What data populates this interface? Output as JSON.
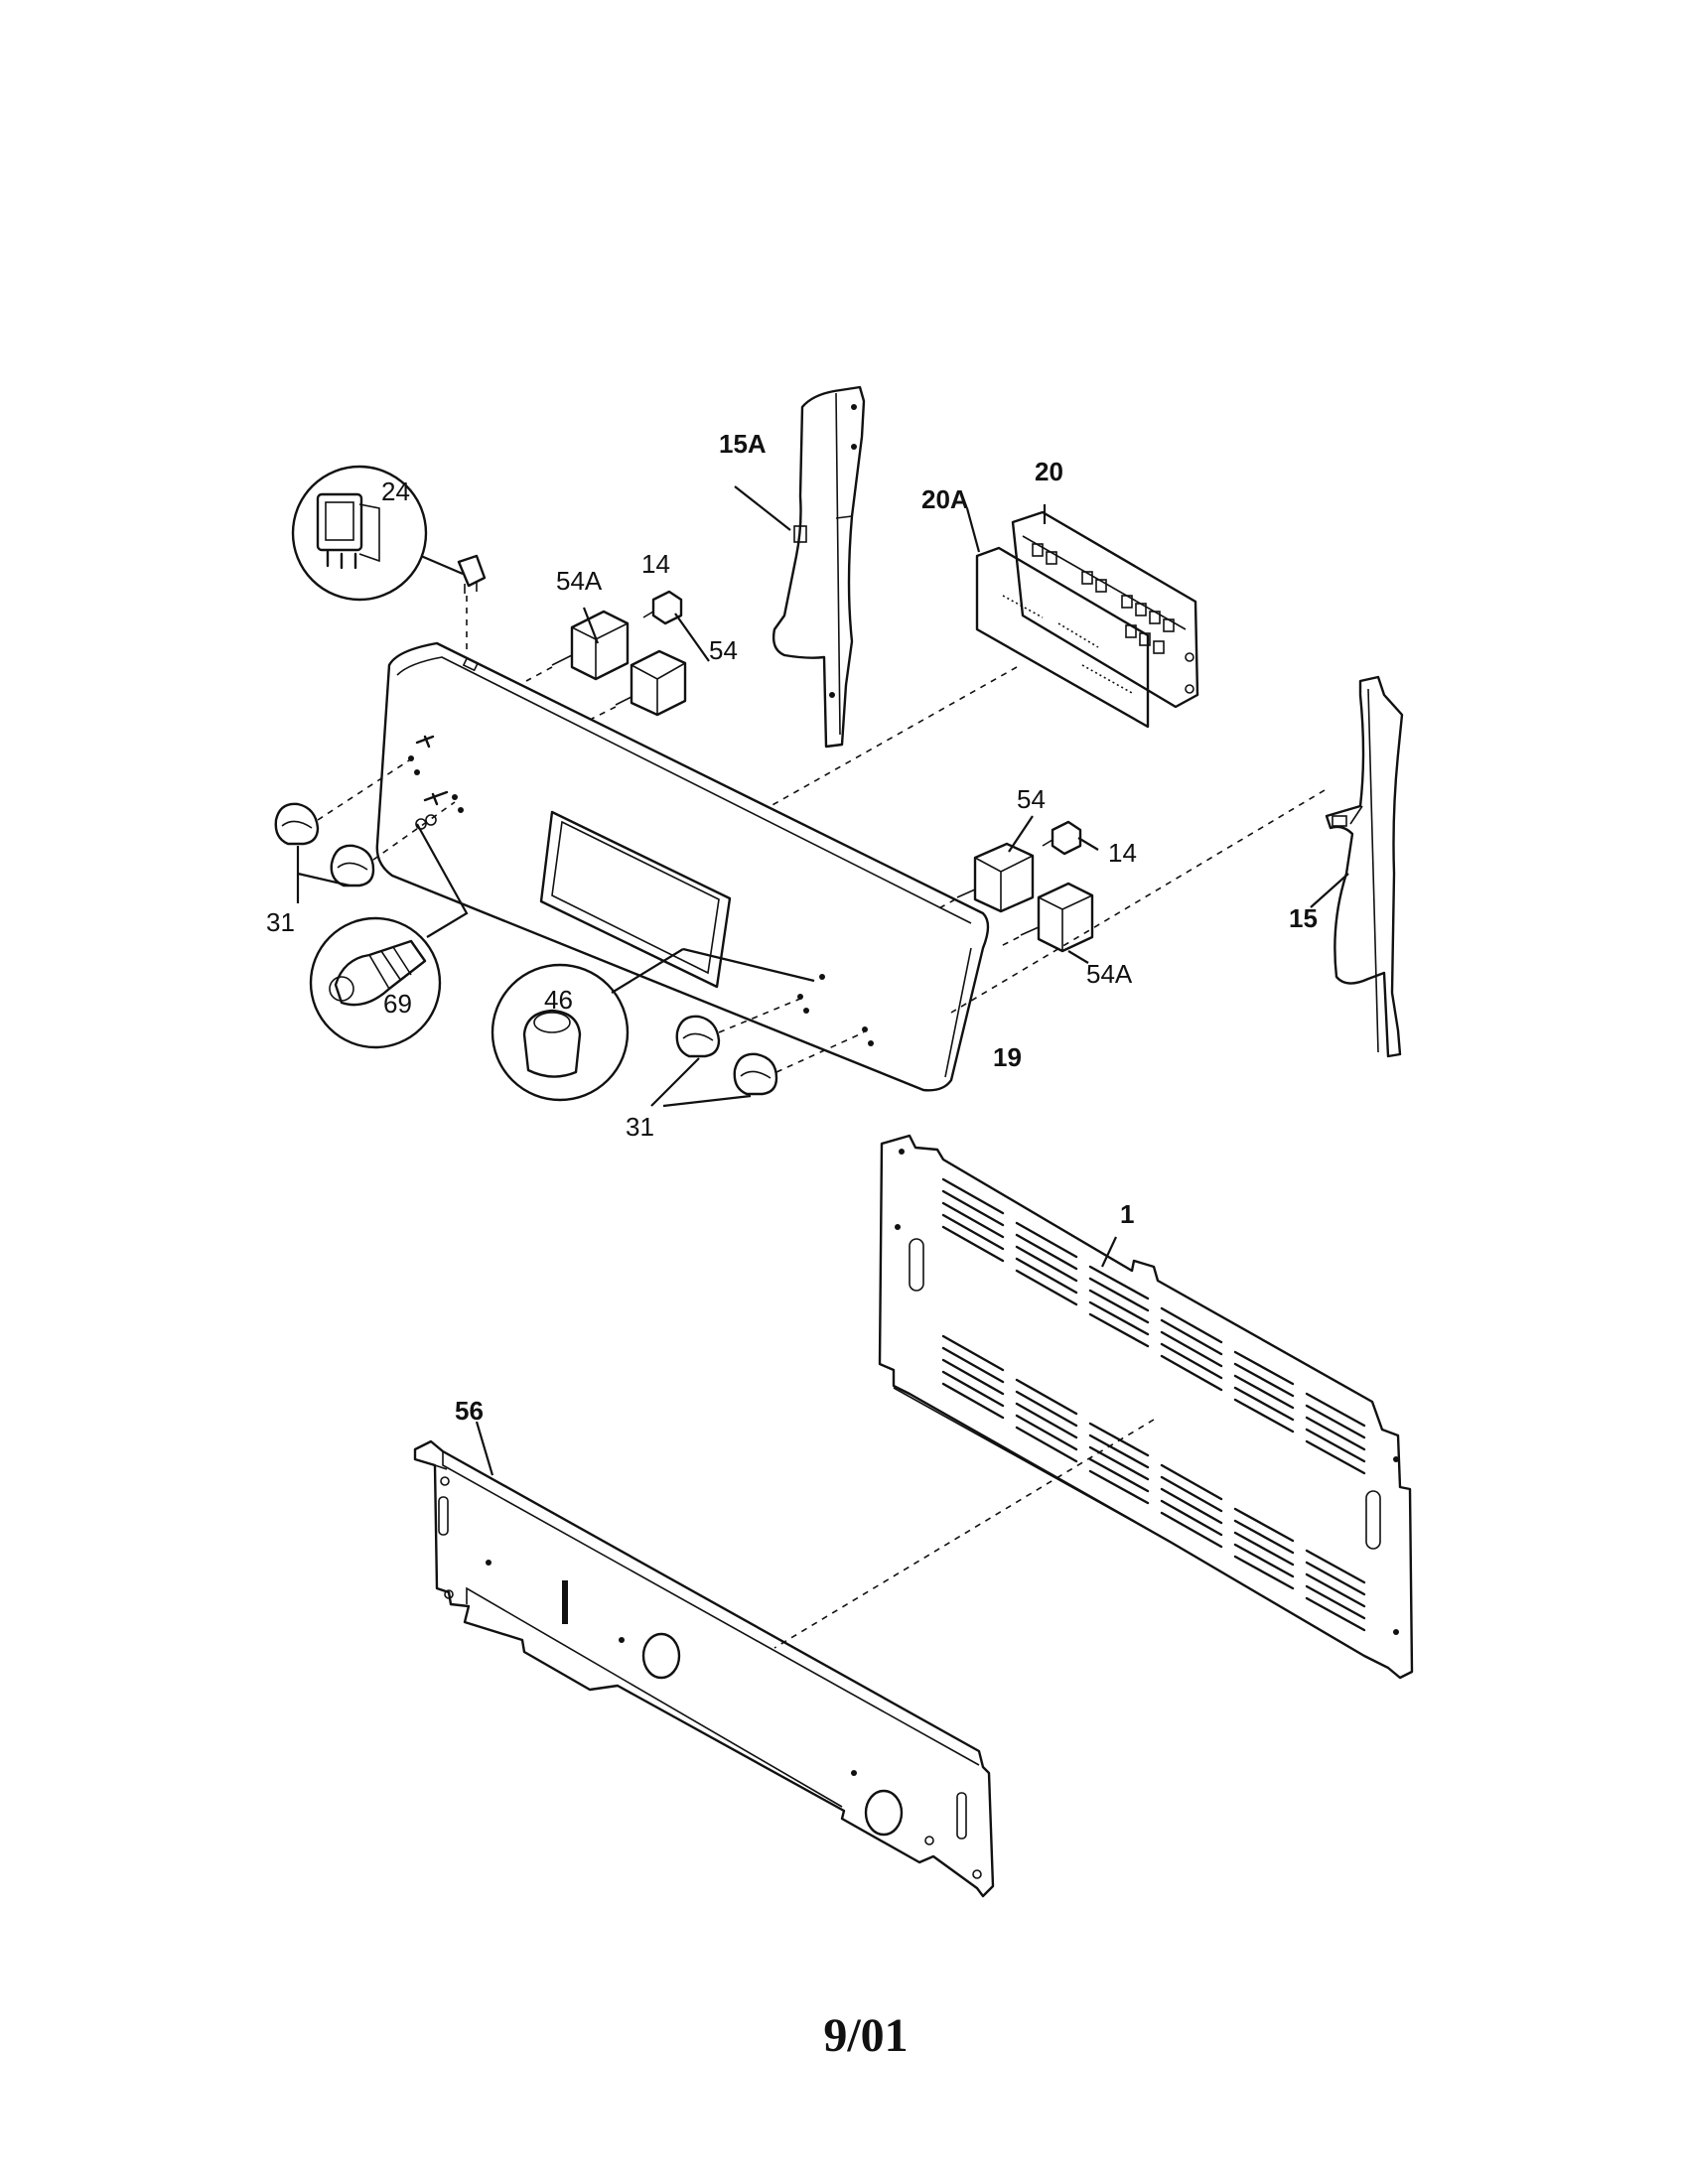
{
  "callouts": {
    "c1": "1",
    "c14a": "14",
    "c14b": "14",
    "c15": "15",
    "c15a": "15A",
    "c19": "19",
    "c20": "20",
    "c20a": "20A",
    "c24": "24",
    "c31a": "31",
    "c31b": "31",
    "c46": "46",
    "c54a": "54",
    "c54b": "54",
    "c54Aa": "54A",
    "c54Ab": "54A",
    "c56": "56",
    "c69": "69"
  },
  "footer": {
    "date": "9/01"
  }
}
